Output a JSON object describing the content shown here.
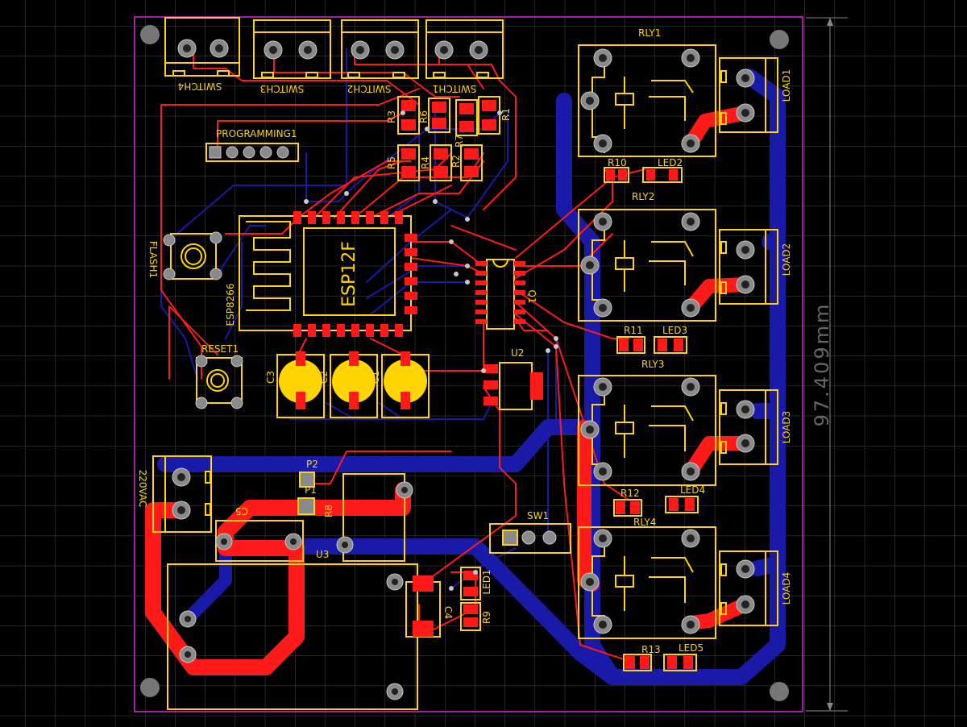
{
  "board": {
    "dimension_label": "97.409mm",
    "colors": {
      "background": "#000000",
      "grid": "#4a4a4a",
      "outline": "#a020a0",
      "silkscreen": "#ffd400",
      "top_copper": "#ff1a1a",
      "bottom_copper": "#1a1aa8"
    }
  },
  "labels": {
    "switch4": "SWITCH4",
    "switch3": "SWITCH3",
    "switch2": "SWITCH2",
    "switch1": "SWITCH1",
    "programming": "PROGRAMMING1",
    "flash": "FLASH1",
    "esp_module": "ESP8266",
    "esp_chip": "ESP12F",
    "reset": "RESET1",
    "c3": "C3",
    "c2": "C2",
    "c1": "C1",
    "u2": "U2",
    "q1": "Q1",
    "r1": "R1",
    "r2": "R2",
    "r3": "R3",
    "r4": "R4",
    "r5": "R5",
    "r6": "R6",
    "r7": "R7",
    "r8": "R8",
    "r9": "R9",
    "rly1": "RLY1",
    "rly2": "RLY2",
    "rly3": "RLY3",
    "rly4": "RLY4",
    "load1": "LOAD1",
    "load2": "LOAD2",
    "load3": "LOAD3",
    "load4": "LOAD4",
    "r10": "R10",
    "r11": "R11",
    "r12": "R12",
    "r13": "R13",
    "led1": "LED1",
    "led2": "LED2",
    "led3": "LED3",
    "led4": "LED4",
    "led5": "LED5",
    "ac_in": "220VAC",
    "c5": "C5",
    "u3": "U3",
    "p1": "P1",
    "p2": "P2",
    "sw1": "SW1",
    "c4": "C4"
  }
}
